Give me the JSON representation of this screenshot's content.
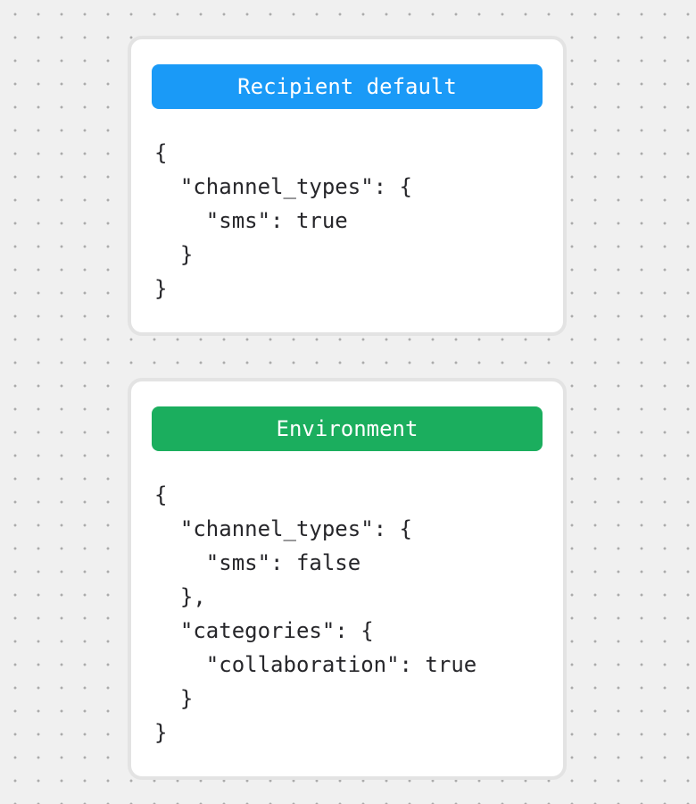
{
  "canvas": {
    "background_color": "#f0f0f0",
    "dot_color": "#ababab",
    "card_border_color": "#e3e3e3"
  },
  "cards": [
    {
      "name": "recipient-default",
      "header_label": "Recipient default",
      "header_color": "#1a9af7",
      "code": "{\n  \"channel_types\": {\n    \"sms\": true\n  }\n}"
    },
    {
      "name": "environment",
      "header_label": "Environment",
      "header_color": "#1bae5e",
      "code": "{\n  \"channel_types\": {\n    \"sms\": false\n  },\n  \"categories\": {\n    \"collaboration\": true\n  }\n}"
    }
  ]
}
